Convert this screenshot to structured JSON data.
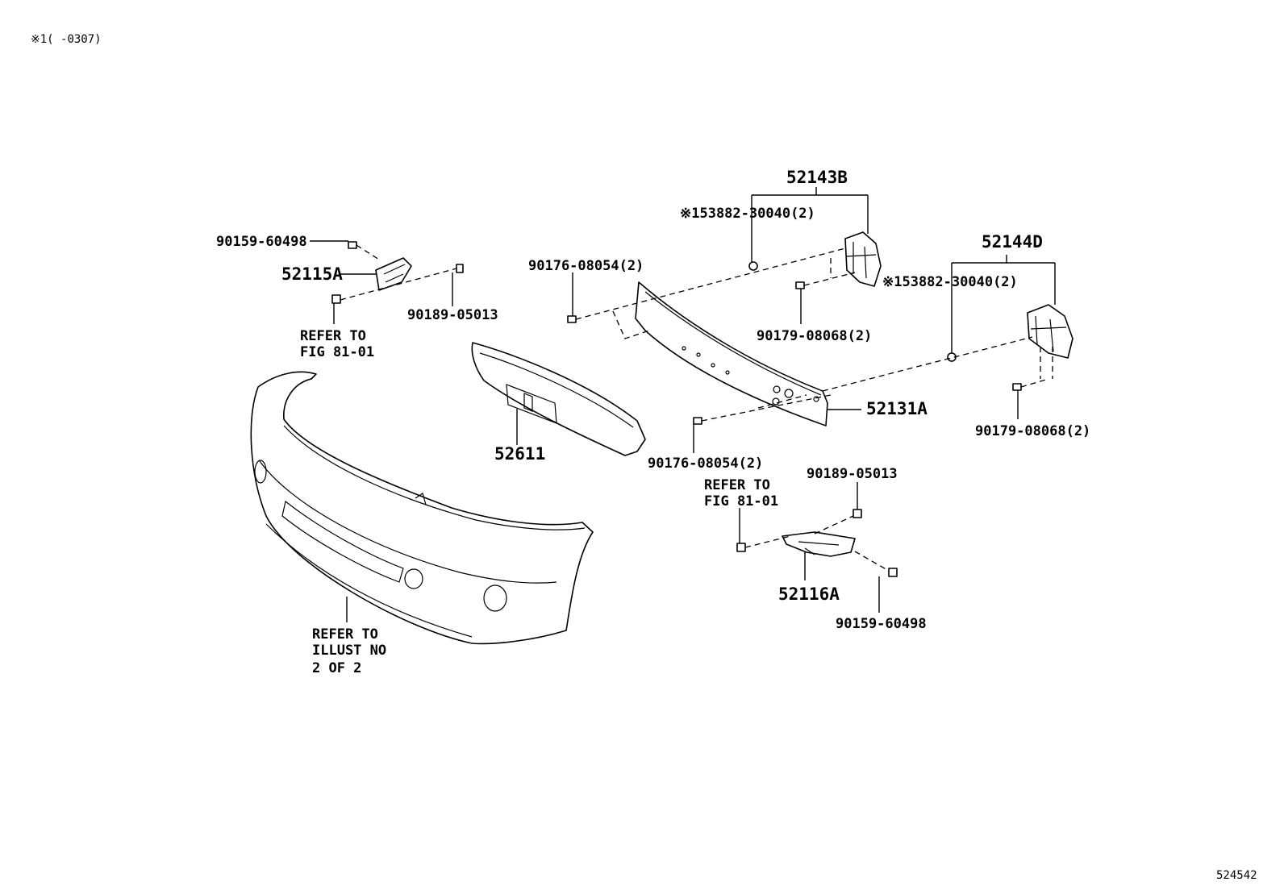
{
  "header": {
    "note": "※1(    -0307)"
  },
  "footer": {
    "illustration_id": "524542"
  },
  "labels": {
    "bolt_90159_top": "90159-60498",
    "bracket_52115A": "52115A",
    "nut_90189_top": "90189-05013",
    "refer_fig_top_1": "REFER TO",
    "refer_fig_top_2": "FIG 81-01",
    "absorber_52611": "52611",
    "clip_90176_top": "90176-08054(2)",
    "reinforcement_52131A": "52131A",
    "clip_90176_bottom": "90176-08054(2)",
    "stay_52143B": "52143B",
    "washer_153882_left": "※153882-30040(2)",
    "clip_90179_left": "90179-08068(2)",
    "stay_52144D": "52144D",
    "washer_153882_right": "※153882-30040(2)",
    "clip_90179_right": "90179-08068(2)",
    "nut_90189_bottom": "90189-05013",
    "refer_fig_bottom_1": "REFER TO",
    "refer_fig_bottom_2": "FIG 81-01",
    "bracket_52116A": "52116A",
    "bolt_90159_bottom": "90159-60498",
    "refer_illust_1": "REFER TO",
    "refer_illust_2": "ILLUST NO",
    "refer_illust_3": "2 OF 2"
  }
}
